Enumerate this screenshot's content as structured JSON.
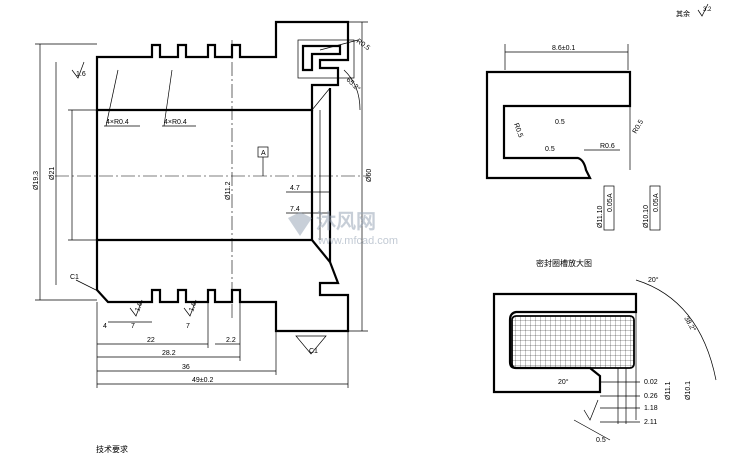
{
  "main_view": {
    "dims": {
      "d_outer": "Ø19.3",
      "d_inner": "Ø21",
      "d_bore": "Ø11.2",
      "d_flange": "Ø60",
      "len_total": "49±0.2",
      "len_36": "36",
      "len_28_2": "28.2",
      "len_22": "22",
      "len_2_2": "2.2",
      "len_4": "4",
      "len_7a": "7",
      "len_7b": "7",
      "r_groove_a": "4×R0.4",
      "r_groove_b": "4×R0.4",
      "step_4_7": "4.7",
      "step_7_4": "7.4",
      "angle_r": "R0.5",
      "angle_65": "65.2°",
      "chamfer_c1": "C1",
      "chamfer_c1_bottom": "C1",
      "datum": "A"
    },
    "roughness": {
      "top_left": "1.6",
      "groove_1": "1.6",
      "groove_2": "1.6"
    }
  },
  "detail_top": {
    "width_dim": "8.6±0.1",
    "r_left": "R0.5",
    "r_mid": "0.5",
    "r_right": "R0.5",
    "r_bottom": "0.5",
    "r_corner": "R0.6",
    "tol_left": [
      "Ø11.10",
      "0.05",
      "A"
    ],
    "tol_right": [
      "Ø10.10",
      "0.05",
      "A"
    ]
  },
  "detail_caption": "密封圈槽放大图",
  "detail_bottom": {
    "angle_top": "20°",
    "r_big": "38.2°",
    "angle_left": "20°",
    "dim_002": "0.02",
    "dim_026": "0.26",
    "dim_118": "1.18",
    "dim_211": "2.11",
    "dim_r05": "0.5",
    "dia_a": "Ø11.1",
    "dia_b": "Ø10.1"
  },
  "corner_note": "其余",
  "corner_value": "3.2",
  "tech_req_title": "技术要求",
  "watermark": {
    "brand": "沐风网",
    "url": "www.mfcad.com"
  }
}
